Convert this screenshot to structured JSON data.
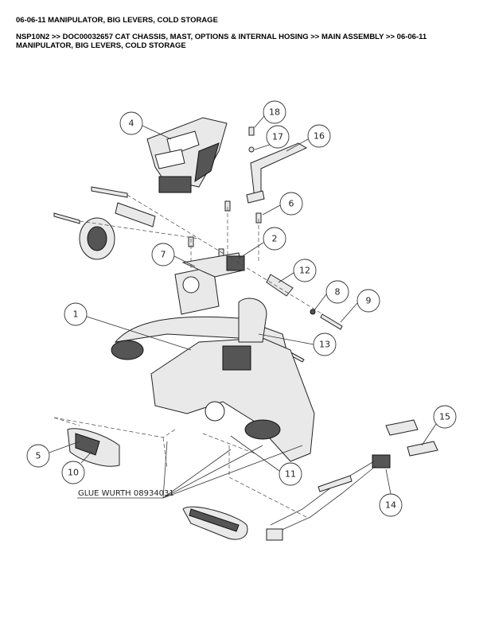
{
  "header": {
    "title": "06-06-11 MANIPULATOR, BIG LEVERS, COLD STORAGE",
    "breadcrumb": "NSP10N2 >> DOC00032657 CAT CHASSIS, MAST, OPTIONS & INTERNAL HOSING >> MAIN ASSEMBLY >> 06-06-11 MANIPULATOR, BIG LEVERS, COLD STORAGE"
  },
  "diagram": {
    "callouts": [
      "1",
      "2",
      "4",
      "5",
      "6",
      "7",
      "8",
      "9",
      "10",
      "11",
      "12",
      "13",
      "14",
      "15",
      "16",
      "17",
      "18"
    ],
    "glue_note": "GLUE WURTH 08934031"
  }
}
